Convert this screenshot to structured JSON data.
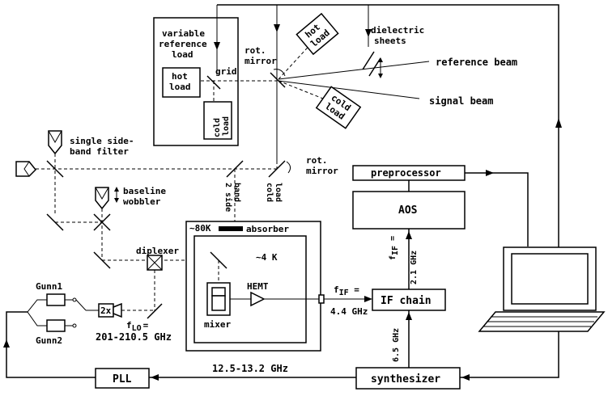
{
  "labels": {
    "variable_ref_1": "variable",
    "variable_ref_2": "reference",
    "variable_ref_3": "load",
    "grid": "grid",
    "hot_load_left_1": "hot",
    "hot_load_left_2": "load",
    "cold_load_left_1": "cold",
    "cold_load_left_2": "load",
    "rot_mirror_top_1": "rot.",
    "rot_mirror_top_2": "mirror",
    "hot_load_top_1": "hot",
    "hot_load_top_2": "load",
    "cold_load_right_1": "cold",
    "cold_load_right_2": "load",
    "dielectric_1": "dielectric",
    "dielectric_2": "sheets",
    "reference_beam": "reference beam",
    "signal_beam": "signal beam",
    "ssb_filter_1": "single side-",
    "ssb_filter_2": "band filter",
    "rot_mirror_mid_1": "rot.",
    "rot_mirror_mid_2": "mirror",
    "baseline_wobbler_1": "baseline",
    "baseline_wobbler_2": "wobbler",
    "two_side_band_1": "2 side",
    "two_side_band_2": "band",
    "cold_load_mid_1": "cold",
    "cold_load_mid_2": "load",
    "absorber_prefix": "~80K",
    "absorber": "absorber",
    "four_k": "~4 K",
    "diplexer": "diplexer",
    "hemt": "HEMT",
    "mixer": "mixer",
    "fif_left_1": "f",
    "fif_left_sub": "IF",
    "fif_left_2": " =",
    "fif_left_value": "4.4 GHz",
    "gunn1": "Gunn1",
    "gunn2": "Gunn2",
    "multiplier": "2x",
    "flo": "f",
    "flo_sub": "LO",
    "flo_eq": "=",
    "lo_range": "201-210.5 GHz",
    "preprocessor": "preprocessor",
    "aos": "AOS",
    "fif_vert_label": "f",
    "fif_vert_sub": "IF",
    "fif_vert_eq": " =",
    "fif_vert_value": "2.1 GHz",
    "if_chain": "IF chain",
    "six_five": "6.5 GHz",
    "pll": "PLL",
    "pll_freq": "12.5-13.2 GHz",
    "synthesizer": "synthesizer"
  }
}
